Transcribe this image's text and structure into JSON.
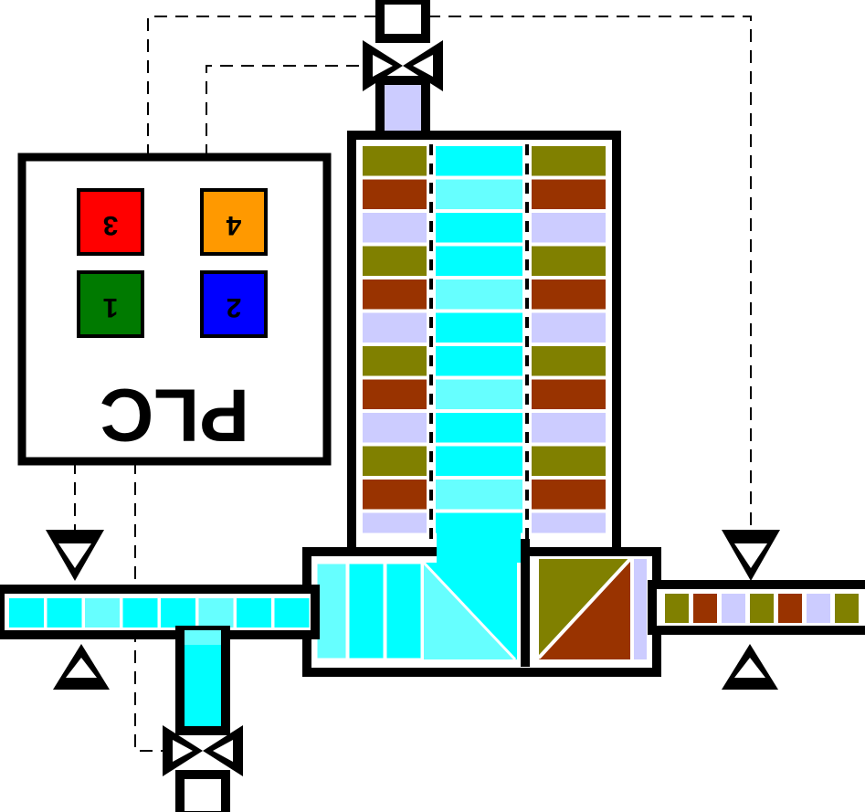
{
  "plc": {
    "label": "PLC",
    "buttons": [
      {
        "id": "b3",
        "label": "3",
        "color": "#ff0000"
      },
      {
        "id": "b4",
        "label": "4",
        "color": "#ff9900"
      },
      {
        "id": "b1",
        "label": "1",
        "color": "#007a00"
      },
      {
        "id": "b2",
        "label": "2",
        "color": "#0000ff"
      }
    ]
  },
  "colors": {
    "cyan": "#00ffff",
    "light_cyan": "#66ffff",
    "lavender": "#ccccff",
    "olive": "#808000",
    "brown": "#993300",
    "outline": "#000000"
  },
  "column": {
    "side_pattern": [
      "olive",
      "brown",
      "lavender",
      "olive",
      "brown",
      "lavender",
      "olive",
      "brown",
      "lavender",
      "olive",
      "brown",
      "lavender"
    ],
    "center_pattern": [
      "cyan",
      "light_cyan",
      "cyan",
      "cyan",
      "light_cyan",
      "cyan",
      "cyan",
      "light_cyan",
      "cyan",
      "cyan",
      "light_cyan",
      "cyan"
    ]
  },
  "left_pipe_pattern": [
    "cyan",
    "cyan",
    "light_cyan",
    "cyan",
    "cyan",
    "light_cyan",
    "cyan",
    "cyan"
  ],
  "right_pipe_pattern": [
    "olive",
    "brown",
    "lavender",
    "olive",
    "brown",
    "lavender",
    "olive"
  ],
  "icons": [
    "valve-icon",
    "sensor-down-triangle-icon",
    "sensor-up-triangle-icon"
  ]
}
